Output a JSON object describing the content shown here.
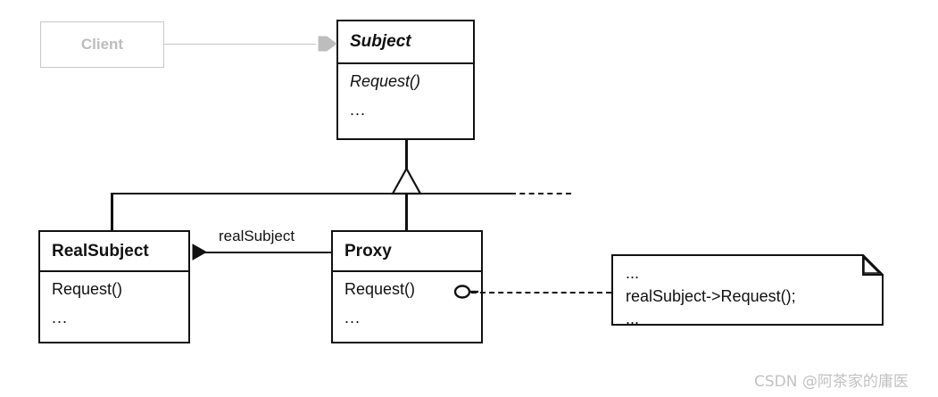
{
  "diagram": {
    "type": "uml-class-diagram",
    "title": "Proxy design pattern structure",
    "colors": {
      "stroke": "#111111",
      "faded_stroke": "#c4c4c4",
      "faded_text": "#bdbdbd",
      "note_fold": "#a8a8a8",
      "watermark": "#c2c2c2",
      "background": "#ffffff"
    }
  },
  "classes": {
    "client": {
      "name": "Client",
      "abstract": false,
      "faded": true
    },
    "subject": {
      "name": "Subject",
      "abstract": true,
      "operations": [
        {
          "label": "Request()",
          "abstract": true
        },
        {
          "label": "...",
          "abstract": false
        }
      ]
    },
    "real_subject": {
      "name": "RealSubject",
      "abstract": false,
      "operations": [
        {
          "label": "Request()",
          "abstract": false
        },
        {
          "label": "...",
          "abstract": false
        }
      ]
    },
    "proxy": {
      "name": "Proxy",
      "abstract": false,
      "operations": [
        {
          "label": "Request()",
          "abstract": false
        },
        {
          "label": "...",
          "abstract": false
        }
      ]
    }
  },
  "relations": {
    "client_to_subject": {
      "kind": "association",
      "from": "Client",
      "to": "Subject",
      "arrow": "open-solid-filled",
      "faded": true
    },
    "generalization": {
      "kind": "generalization",
      "parent": "Subject",
      "children": [
        "RealSubject",
        "Proxy"
      ],
      "arrow": "hollow-triangle",
      "continues_dashed": true
    },
    "proxy_to_real_subject": {
      "kind": "association",
      "from": "Proxy",
      "to": "RealSubject",
      "label": "realSubject",
      "arrow": "filled-arrowhead"
    },
    "proxy_request_note": {
      "kind": "note-anchor",
      "from": "Proxy.Request()",
      "connector": "dashed",
      "endpoint": "lollipop-circle"
    }
  },
  "note": {
    "lines": [
      "...",
      "realSubject->Request();",
      "..."
    ],
    "folded_corner": true
  },
  "watermark": {
    "text": "CSDN @阿茶家的庸医"
  }
}
